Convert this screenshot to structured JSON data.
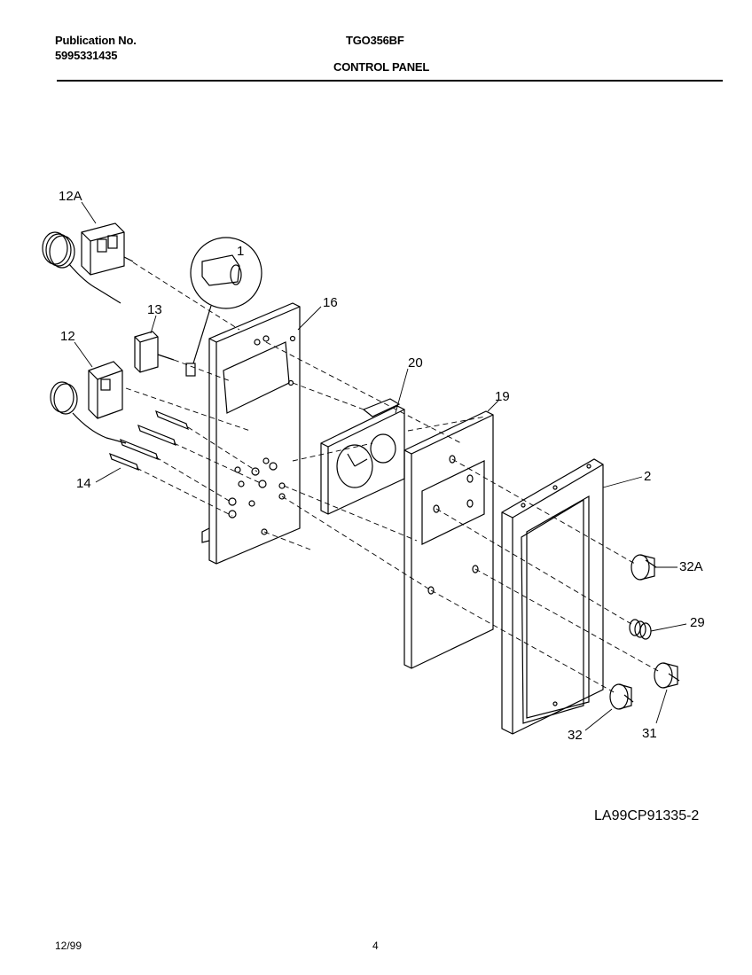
{
  "header": {
    "publication_label": "Publication No.",
    "publication_number": "5995331435",
    "model": "TGO356BF",
    "section_title": "CONTROL PANEL"
  },
  "callouts": {
    "c1": "1",
    "c12a": "12A",
    "c13": "13",
    "c16": "16",
    "c12": "12",
    "c20": "20",
    "c19": "19",
    "c14": "14",
    "c2": "2",
    "c32a": "32A",
    "c29": "29",
    "c32": "32",
    "c31": "31"
  },
  "drawing_code": "LA99CP91335-2",
  "footer": {
    "date": "12/99",
    "page": "4"
  }
}
